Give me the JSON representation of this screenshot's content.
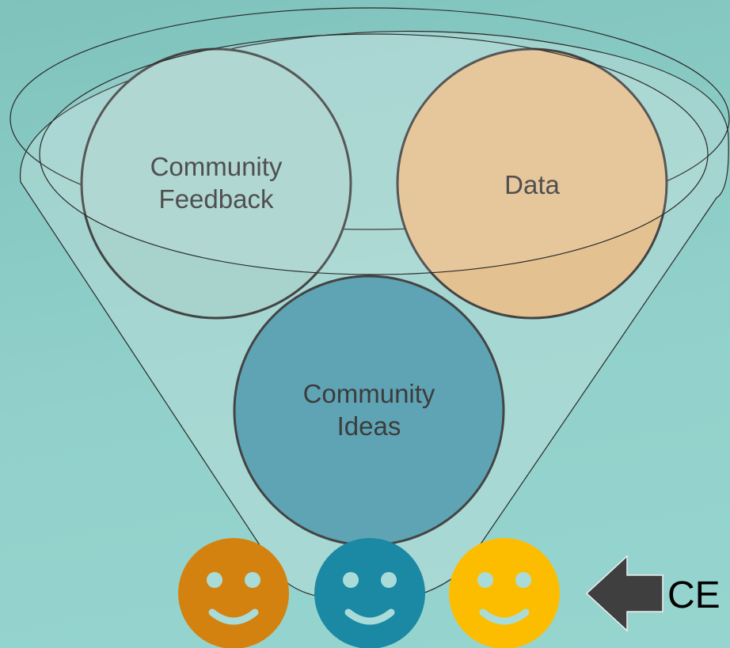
{
  "colors": {
    "funnel_fill": "#b8dcd8",
    "feedback_fill": "#a8d3cc",
    "data_fill": "#e4c190",
    "ideas_fill": "#5fa4b4",
    "smiley_orange": "#d4820f",
    "smiley_teal": "#1b88a4",
    "smiley_yellow": "#fcbd00",
    "smiley_features": "#a9dcd8",
    "arrow": "#3f3f3f"
  },
  "bubbles": {
    "feedback": {
      "line1": "Community",
      "line2": "Feedback"
    },
    "data": {
      "line1": "Data"
    },
    "ideas": {
      "line1": "Community",
      "line2": "Ideas"
    }
  },
  "arrow": {
    "label": "CE"
  },
  "icons": [
    "smiley-icon",
    "smiley-icon",
    "smiley-icon",
    "left-arrow-icon"
  ]
}
